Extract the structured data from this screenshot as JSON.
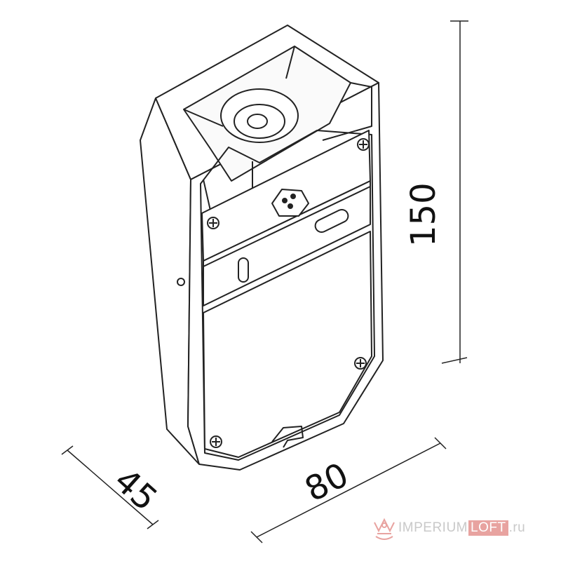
{
  "dimensions": {
    "height": "150",
    "width": "80",
    "depth": "45"
  },
  "watermark": {
    "brand": "IMPERIUM",
    "loft": "LOFT",
    "domain": ".ru",
    "accent_color": "#e8a3a0",
    "icon": "crown-logo-icon"
  }
}
